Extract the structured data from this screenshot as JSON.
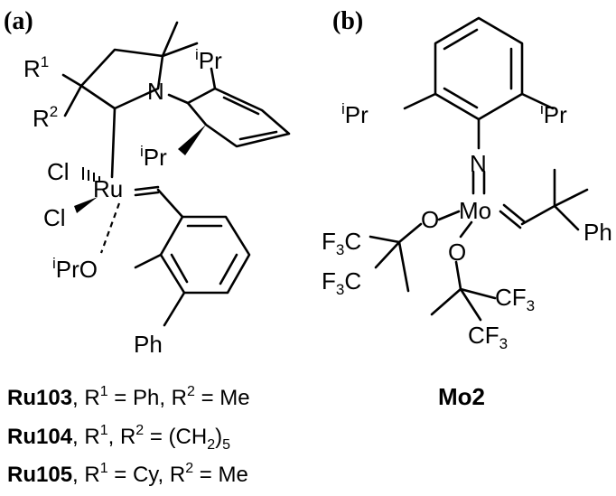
{
  "panels": {
    "a": {
      "tag": "(a)",
      "atoms": {
        "r1": "R",
        "r1_sup": "1",
        "r2": "R",
        "r2_sup": "2",
        "n": "N",
        "ipr_top_sup": "i",
        "ipr_top": "Pr",
        "ipr_bottom_sup": "i",
        "ipr_bottom": "Pr",
        "cl_upper": "Cl",
        "cl_lower": "Cl",
        "ru": "Ru",
        "ipro_sup": "i",
        "ipro": "PrO",
        "ph": "Ph"
      },
      "captions": [
        {
          "name": "Ru103",
          "r1": "1",
          "sep": ", R",
          "r2": "2",
          "text_a": ", R",
          "text_b": " = Ph, R",
          "text_c": " = Me"
        },
        {
          "name": "Ru104",
          "text_a": ", R",
          "r1": "1",
          "text_b": ", R",
          "r2": "2",
          "text_c": " = (CH",
          "sub": "2",
          "text_d": ")",
          "sub2": "5"
        },
        {
          "name": "Ru105",
          "text_a": ", R",
          "r1": "1",
          "text_b": " = Cy, R",
          "r2": "2",
          "text_c": " = Me"
        }
      ]
    },
    "b": {
      "tag": "(b)",
      "atoms": {
        "ipr_left_sup": "i",
        "ipr_left": "Pr",
        "ipr_right_sup": "i",
        "ipr_right": "Pr",
        "n": "N",
        "mo": "Mo",
        "o1": "O",
        "o2": "O",
        "f3c_1_a": "F",
        "f3c_1_sub": "3",
        "f3c_1_b": "C",
        "f3c_2_a": "F",
        "f3c_2_sub": "3",
        "f3c_2_b": "C",
        "cf3_1_a": "CF",
        "cf3_1_sub": "3",
        "cf3_2_a": "CF",
        "cf3_2_sub": "3",
        "ph": "Ph"
      },
      "caption": "Mo2"
    }
  }
}
